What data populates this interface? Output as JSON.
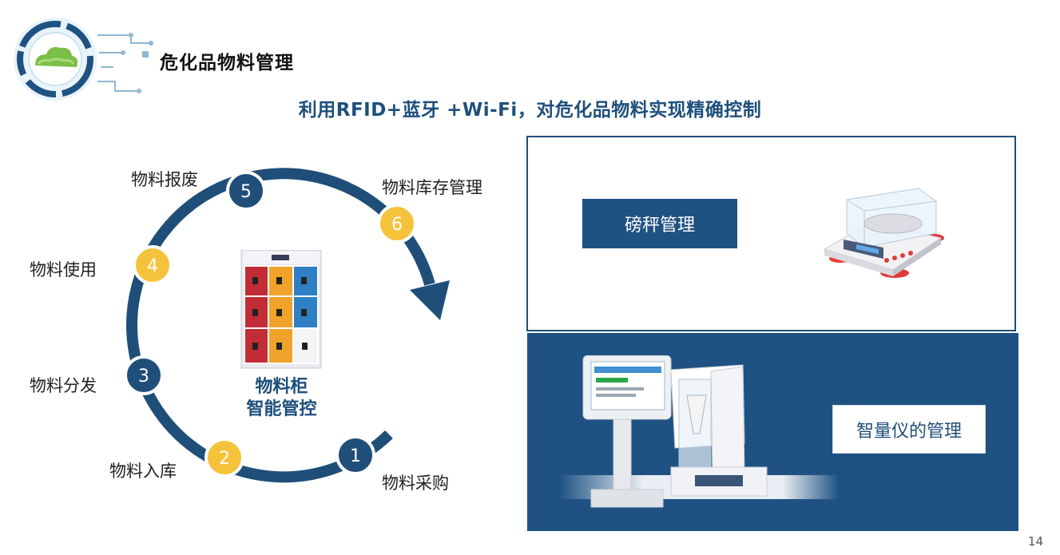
{
  "header": {
    "title": "危化品物料管理",
    "subtitle": "利用RFID+蓝牙 +Wi-Fi，对危化品物料实现精确控制"
  },
  "cycle": {
    "steps": [
      {
        "num": "1",
        "label": "物料采购"
      },
      {
        "num": "2",
        "label": "物料入库"
      },
      {
        "num": "3",
        "label": "物料分发"
      },
      {
        "num": "4",
        "label": "物料使用"
      },
      {
        "num": "5",
        "label": "物料报废"
      },
      {
        "num": "6",
        "label": "物料库存管理"
      }
    ],
    "center_line1": "物料柜",
    "center_line2": "智能管控"
  },
  "right_panel": {
    "scale_label": "磅秤管理",
    "instrument_label": "智量仪的管理"
  },
  "page_number": "14",
  "colors": {
    "navy": "#1f4e79",
    "yellow": "#f5c33b",
    "accent_blue": "#1d4f7c"
  }
}
